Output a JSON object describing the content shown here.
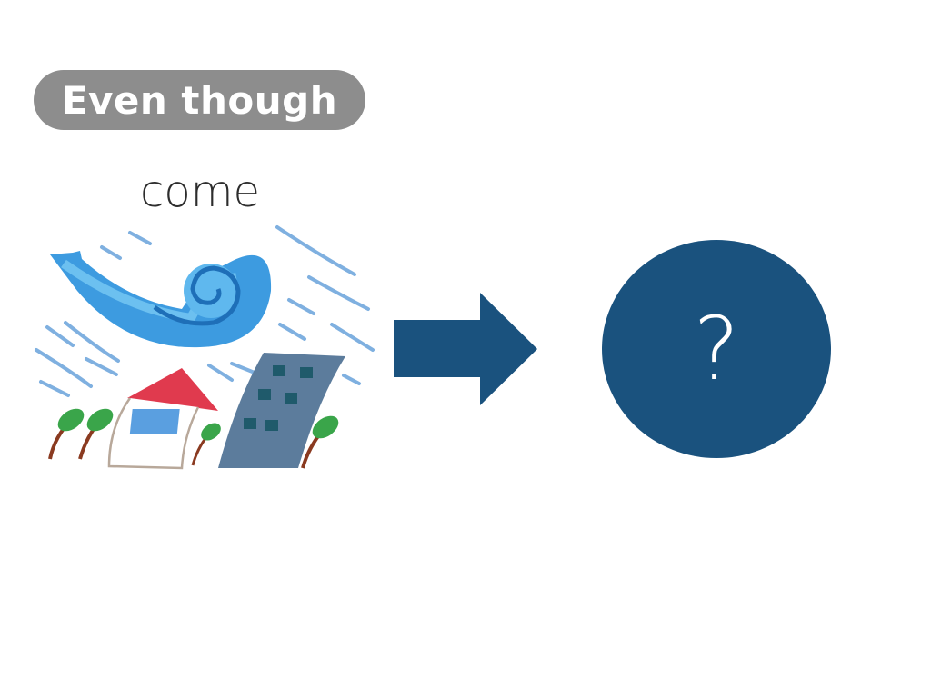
{
  "label": "Even though",
  "word": "come",
  "result_symbol": "?",
  "illustration": "typhoon-storm-illustration",
  "colors": {
    "pill": "#8d8d8d",
    "accent": "#1a527e",
    "text": "#2d2d2d"
  }
}
